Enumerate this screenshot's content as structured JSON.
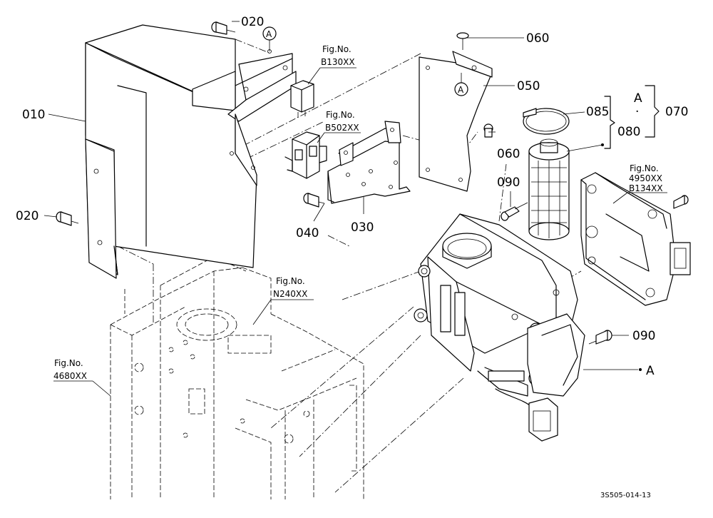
{
  "callouts": {
    "p010": "010",
    "p020_top": "020",
    "p020_left": "020",
    "p030": "030",
    "p040": "040",
    "p050": "050",
    "p060_top": "060",
    "p060_mid": "060",
    "p070": "070",
    "p080": "080",
    "p085": "085",
    "p090_top": "090",
    "p090_right": "090",
    "a_marker": "A",
    "a_marker_2": "A",
    "a_group": "A",
    "a_dot": "·",
    "a_ref": "A"
  },
  "figure_refs": {
    "b130": {
      "line1": "Fig.No.",
      "line2": "B130XX"
    },
    "b502": {
      "line1": "Fig.No.",
      "line2": "B502XX"
    },
    "n240": {
      "line1": "Fig.No.",
      "line2": "N240XX"
    },
    "f4680": {
      "line1": "Fig.No.",
      "line2": "4680XX"
    },
    "f4950": {
      "line1": "Fig.No.",
      "line2": "4950XX",
      "line3": "B134XX"
    }
  },
  "drawing_code": "3S505-014-13",
  "colors": {
    "ink": "#000000",
    "paper": "#ffffff"
  }
}
